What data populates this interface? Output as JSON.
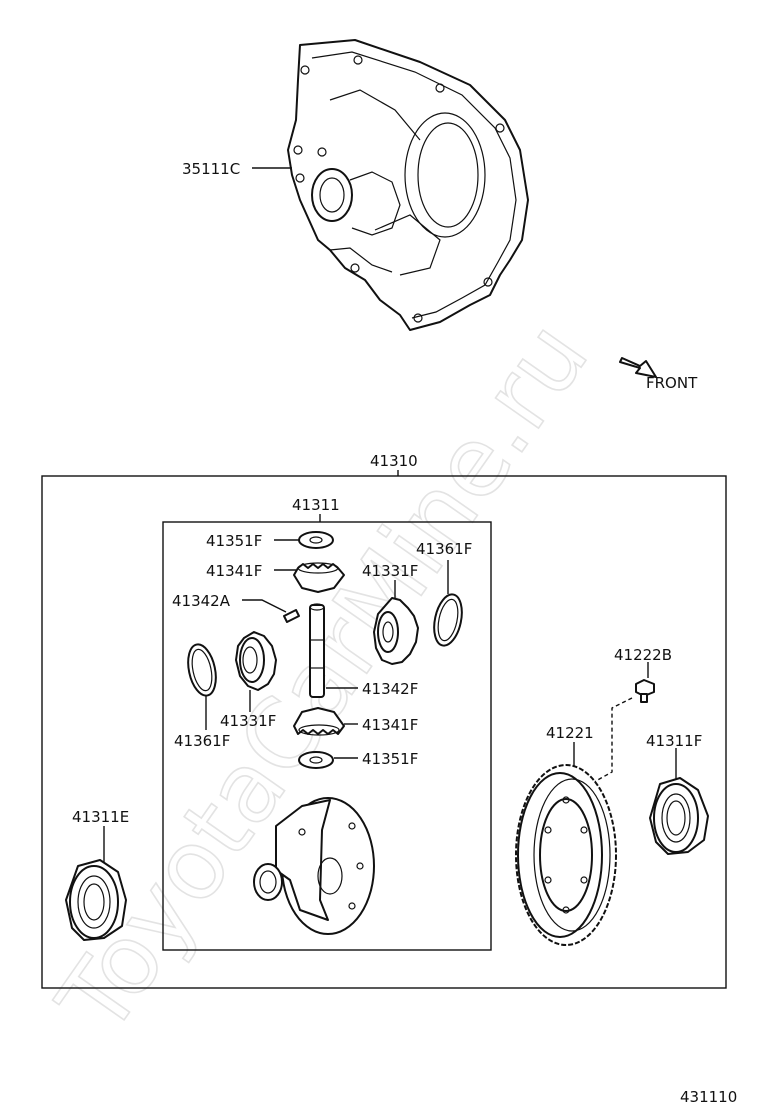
{
  "watermark": "ToyotaCarMine.ru",
  "front_label": "FRONT",
  "diagram_number": "431110",
  "assembly_label": "41310",
  "subassembly_label": "41311",
  "parts": {
    "case": "35111C",
    "washer_top": "41351F",
    "pinion_top": "41341F",
    "pin": "41342A",
    "side_gear_right": "41331F",
    "ring_right": "41361F",
    "side_gear_left": "41331F",
    "ring_left": "41361F",
    "shaft": "41342F",
    "pinion_bottom": "41341F",
    "washer_bottom": "41351F",
    "bolt": "41222B",
    "ring_gear": "41221",
    "bearing_right": "41311F",
    "bearing_left": "41311E"
  }
}
